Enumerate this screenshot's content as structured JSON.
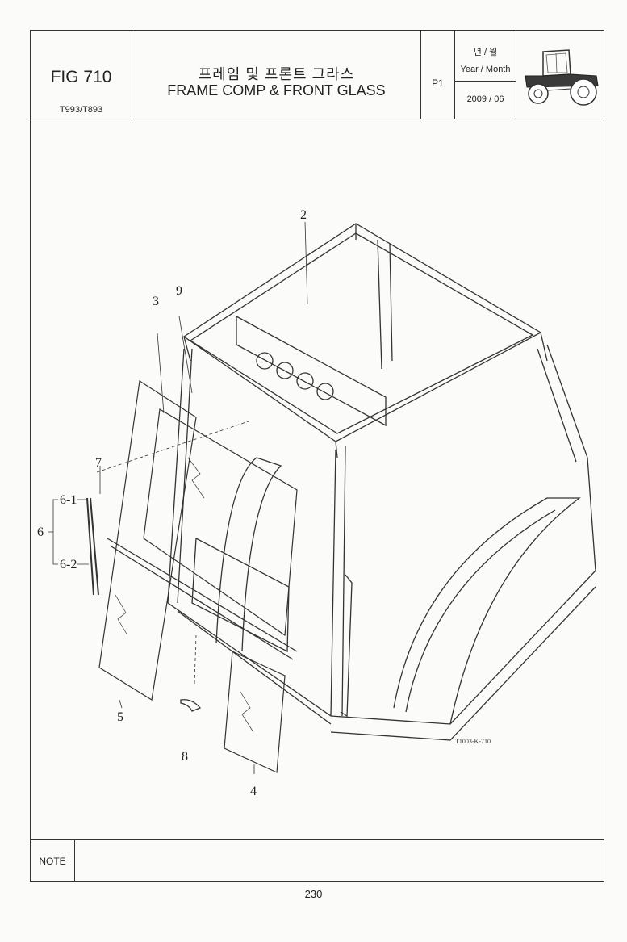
{
  "header": {
    "fig": "FIG 710",
    "models": "T993/T893",
    "title_ko": "프레임 및 프론트 그라스",
    "title_en": "FRAME COMP & FRONT GLASS",
    "page_code": "P1",
    "ym_ko": "년 / 월",
    "ym_en": "Year / Month",
    "date": "2009 / 06"
  },
  "drawing": {
    "callouts": [
      "2",
      "9",
      "3",
      "7",
      "6-1",
      "6",
      "6-2",
      "5",
      "8",
      "4"
    ],
    "ref_code": "T1003-K-710"
  },
  "footer": {
    "note_label": "NOTE"
  },
  "page_number": "230"
}
